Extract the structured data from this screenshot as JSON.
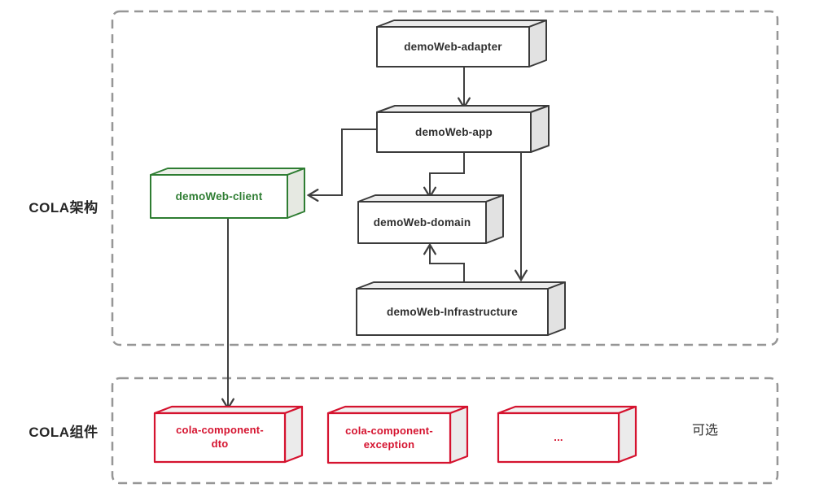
{
  "architecture": {
    "section_label": "COLA架构",
    "boxes": {
      "adapter": {
        "label": "demoWeb-adapter"
      },
      "app": {
        "label": "demoWeb-app"
      },
      "client": {
        "label": "demoWeb-client"
      },
      "domain": {
        "label": "demoWeb-domain"
      },
      "infrastructure": {
        "label": "demoWeb-Infrastructure"
      }
    }
  },
  "components": {
    "section_label": "COLA组件",
    "boxes": {
      "dto": {
        "lines": [
          "cola-component-",
          "dto"
        ]
      },
      "exception": {
        "lines": [
          "cola-component-",
          "exception"
        ]
      },
      "more": {
        "label": "..."
      }
    },
    "optional_label": "可选"
  },
  "colors": {
    "architecture_box_stroke": "#3b3b3b",
    "client_box_stroke": "#2e7d32",
    "component_box_stroke": "#d5132f",
    "arrow": "#3f3f3f",
    "dashed_border": "#969696"
  }
}
